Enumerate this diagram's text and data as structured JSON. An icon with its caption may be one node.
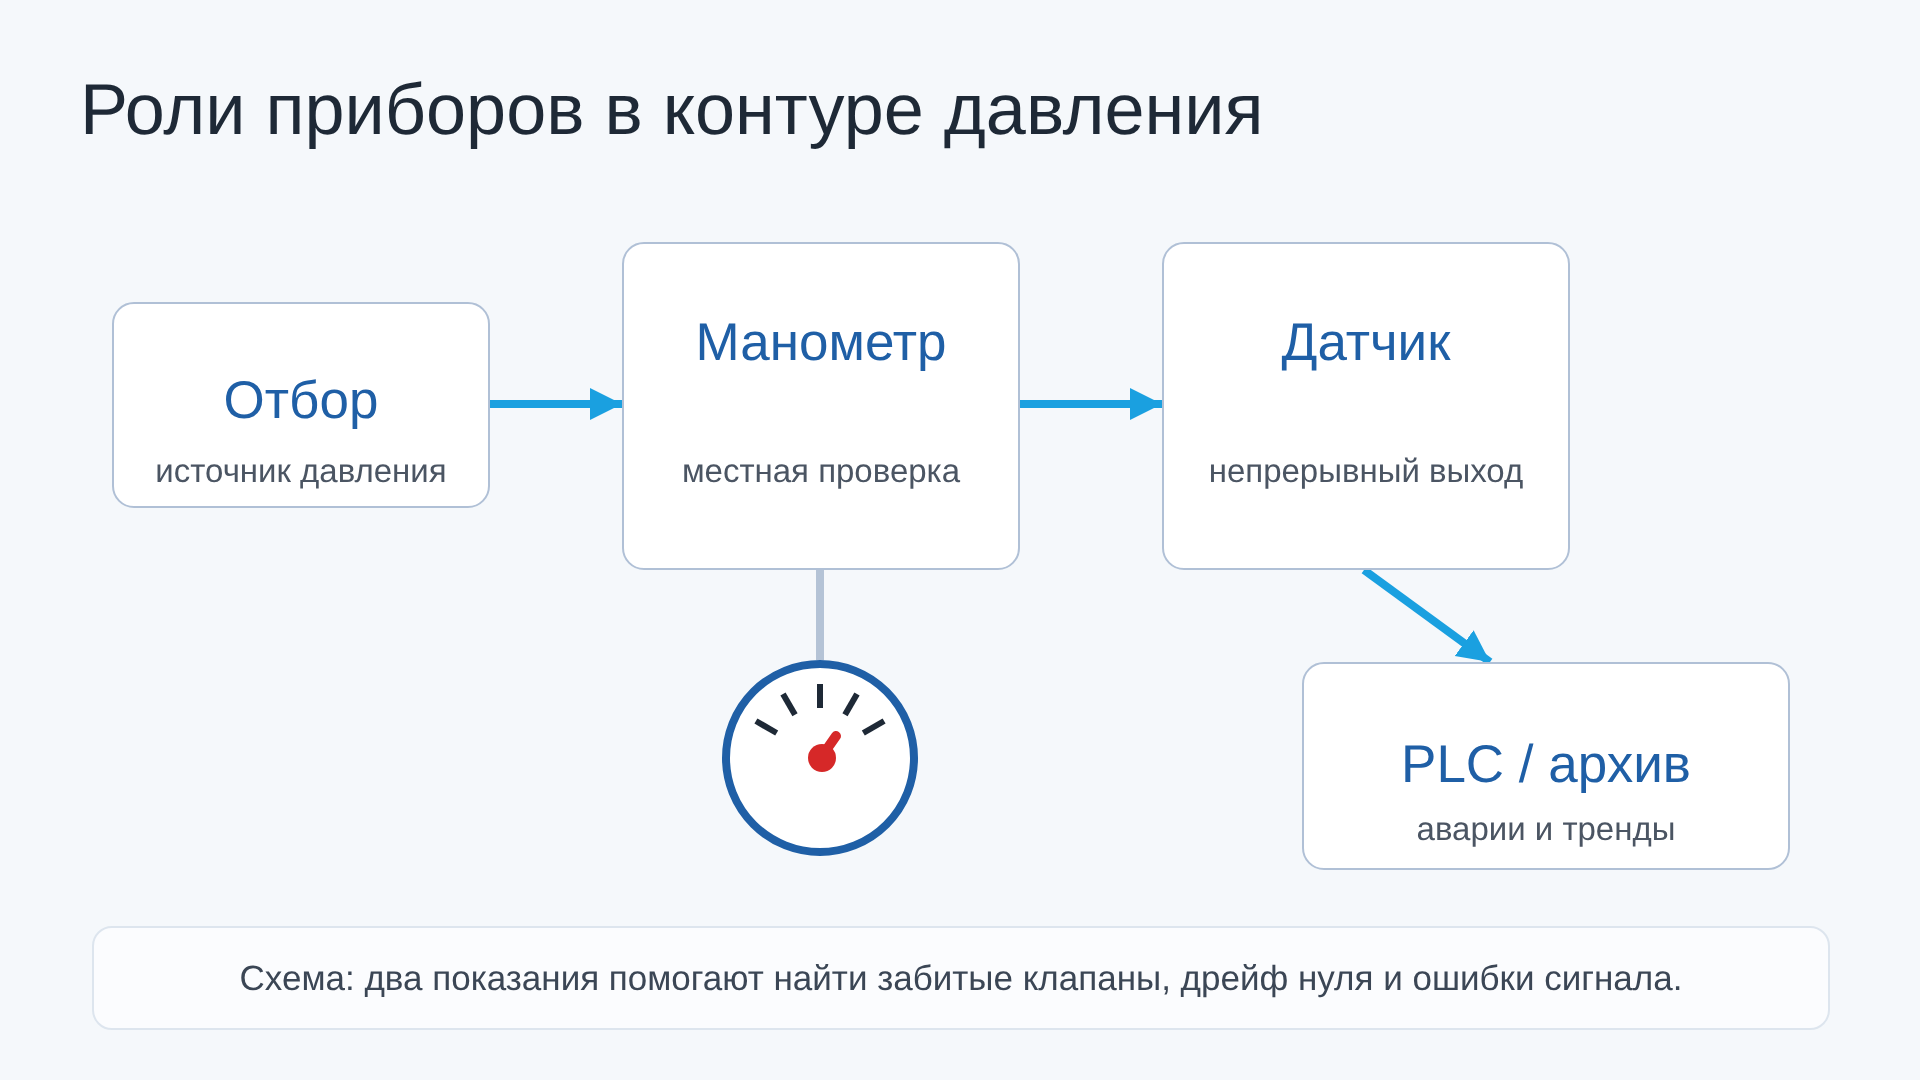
{
  "diagram": {
    "title": "Роли приборов в контуре давления",
    "nodes": [
      {
        "text": [
          "Отбор",
          "источник давления"
        ]
      },
      {
        "text": [
          "Манометр",
          "местная проверка"
        ]
      },
      {
        "text": [
          "Датчик",
          "непрерывный выход"
        ]
      },
      {
        "text": [
          "PLC / архив",
          "аварии и тренды"
        ]
      },
      {
        "text": [],
        "shape": "picture"
      }
    ],
    "edges": [
      {
        "from": 0,
        "to": 1,
        "arrow": "to"
      },
      {
        "from": 1,
        "to": 2,
        "arrow": "to"
      },
      {
        "from": 2,
        "to": 3,
        "arrow": "to"
      },
      {
        "from": 1,
        "to": 4,
        "arrow": "none",
        "color": "#b4c3d6"
      }
    ],
    "caption": "Схема: два показания помогают найти забитые клапаны, дрейф нуля и ошибки сигнала."
  }
}
